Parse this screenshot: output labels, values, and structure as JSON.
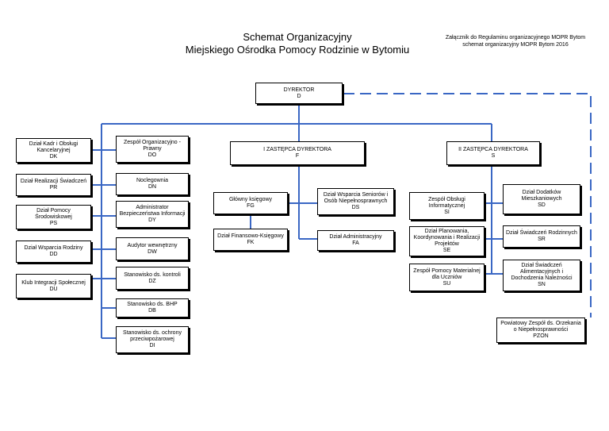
{
  "header": {
    "title_line1": "Schemat Organizacyjny",
    "title_line2": "Miejskiego Ośrodka Pomocy Rodzinie w Bytomiu",
    "note_line1": "Załącznik do Regulaminu organizacyjnego MOPR Bytom",
    "note_line2": "schemat organizacyjny MOPR Bytom 2016"
  },
  "colors": {
    "connector": "#3a67c4",
    "border": "#000000"
  },
  "units": {
    "director": {
      "name": "DYREKTOR",
      "code": "D"
    },
    "deputy1": {
      "name": "I ZASTĘPCA DYREKTORA",
      "code": "F"
    },
    "deputy2": {
      "name": "II ZASTĘPCA DYREKTORA",
      "code": "S"
    },
    "dk": {
      "name": "Dział Kadr i Obsługi Kancelaryjnej",
      "code": "DK"
    },
    "pr": {
      "name": "Dział Realizacji Świadczeń",
      "code": "PR"
    },
    "ps": {
      "name": "Dział Pomocy Środowiskowej",
      "code": "PS"
    },
    "dd": {
      "name": "Dział Wsparcia Rodziny",
      "code": "DD"
    },
    "du": {
      "name": "Klub Integracji Społecznej",
      "code": "DU"
    },
    "do": {
      "name": "Zespół Organizacyjno - Prawny",
      "code": "DO"
    },
    "dn": {
      "name": "Noclegownia",
      "code": "DN"
    },
    "dy": {
      "name": "Administrator Bezpieczeństwa Informacji",
      "code": "DY"
    },
    "dw": {
      "name": "Audytor wewnętrzny",
      "code": "DW"
    },
    "dz": {
      "name": "Stanowisko ds. kontroli",
      "code": "DZ"
    },
    "db": {
      "name": "Stanowisko ds. BHP",
      "code": "DB"
    },
    "di": {
      "name": "Stanowisko ds. ochrony przeciwpożarowej",
      "code": "DI"
    },
    "fg": {
      "name": "Główny księgowy",
      "code": "FG"
    },
    "fk": {
      "name": "Dział Finansowo-Księgowy",
      "code": "FK"
    },
    "ds": {
      "name": "Dział Wsparcia Seniorów i Osób Niepełnosprawnych",
      "code": "DS"
    },
    "fa": {
      "name": "Dział Administracyjny",
      "code": "FA"
    },
    "si": {
      "name": "Zespół Obsługi Informatycznej",
      "code": "SI"
    },
    "se": {
      "name": "Dział Planowania, Koordynowania i Realizacji Projektów",
      "code": "SE"
    },
    "su": {
      "name": "Zespół Pomocy Materialnej dla Uczniów",
      "code": "SU"
    },
    "sd": {
      "name": "Dział Dodatków Mieszkaniowych",
      "code": "SD"
    },
    "sr": {
      "name": "Dział Świadczeń Rodzinnych",
      "code": "SR"
    },
    "sn": {
      "name": "Dział Świadczeń Alimentacyjnych i Dochodzenia Należności",
      "code": "SN"
    },
    "pzon": {
      "name": "Powiatowy Zespół ds. Orzekania o Niepełnosprawności",
      "code": "PZON"
    }
  }
}
